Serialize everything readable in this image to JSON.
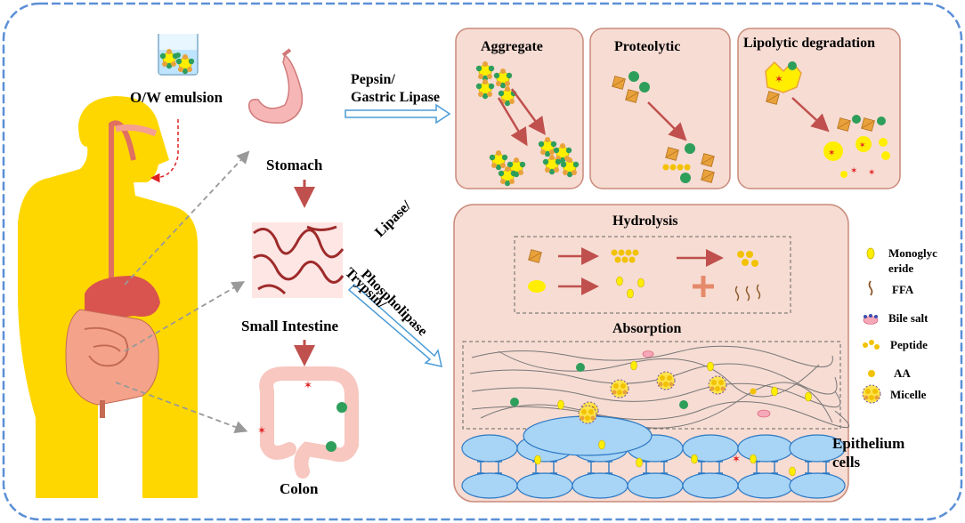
{
  "labels": {
    "emulsion": "O/W emulsion",
    "stomach": "Stomach",
    "small_intestine": "Small Intestine",
    "colon": "Colon",
    "gastric_enzymes": "Pepsin/\nGastric Lipase",
    "intestinal_enzymes": [
      "Lipase/",
      "Trypsin/",
      "Phospholipase"
    ],
    "aggregate": "Aggregate",
    "proteolytic": "Proteolytic",
    "lipolytic": "Lipolytic degradation",
    "hydrolysis": "Hydrolysis",
    "absorption": "Absorption",
    "epithelium": "Epithelium\ncells"
  },
  "legend": {
    "items": [
      {
        "label": "Monoglyc\neride",
        "icon": "monoglyceride-icon"
      },
      {
        "label": "FFA",
        "icon": "ffa-icon"
      },
      {
        "label": "Bile salt",
        "icon": "bile-salt-icon"
      },
      {
        "label": "Peptide",
        "icon": "peptide-icon"
      },
      {
        "label": "AA",
        "icon": "amino-acid-icon"
      },
      {
        "label": "Micelle",
        "icon": "micelle-icon"
      }
    ]
  },
  "colors": {
    "frame": "#5b8fd6",
    "panel_fill": "#f7dcd3",
    "panel_stroke": "#c98a7a",
    "arrow_red": "#c0504d",
    "body_yellow": "#ffd700",
    "epithelium": "#a8d4f5",
    "droplet_green": "#2e9e5b",
    "lipid_yellow": "#ffee00",
    "protein_orange": "#e9a23b"
  }
}
